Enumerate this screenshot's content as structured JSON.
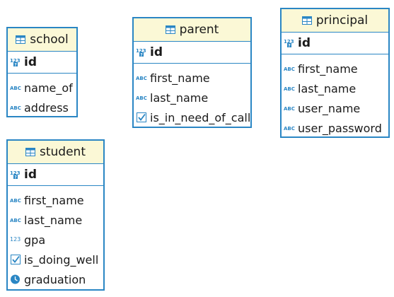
{
  "entities": {
    "school": {
      "name": "school",
      "pk": {
        "name": "id",
        "type": "numeric-key-icon"
      },
      "columns": [
        {
          "name": "name_of",
          "type": "text-icon"
        },
        {
          "name": "address",
          "type": "text-icon"
        }
      ]
    },
    "parent": {
      "name": "parent",
      "pk": {
        "name": "id",
        "type": "numeric-key-icon"
      },
      "columns": [
        {
          "name": "first_name",
          "type": "text-icon"
        },
        {
          "name": "last_name",
          "type": "text-icon"
        },
        {
          "name": "is_in_need_of_call",
          "type": "boolean-icon"
        }
      ]
    },
    "principal": {
      "name": "principal",
      "pk": {
        "name": "id",
        "type": "numeric-key-icon"
      },
      "columns": [
        {
          "name": "first_name",
          "type": "text-icon"
        },
        {
          "name": "last_name",
          "type": "text-icon"
        },
        {
          "name": "user_name",
          "type": "text-icon"
        },
        {
          "name": "user_password",
          "type": "text-icon"
        }
      ]
    },
    "student": {
      "name": "student",
      "pk": {
        "name": "id",
        "type": "numeric-key-icon"
      },
      "columns": [
        {
          "name": "first_name",
          "type": "text-icon"
        },
        {
          "name": "last_name",
          "type": "text-icon"
        },
        {
          "name": "gpa",
          "type": "numeric-icon"
        },
        {
          "name": "is_doing_well",
          "type": "boolean-icon"
        },
        {
          "name": "graduation",
          "type": "datetime-icon"
        }
      ]
    }
  },
  "icon_labels": {
    "text": "ABC",
    "numeric": "123"
  },
  "colors": {
    "border": "#2a86c4",
    "header_bg": "#fbf8d6",
    "icon": "#2a86c4"
  }
}
